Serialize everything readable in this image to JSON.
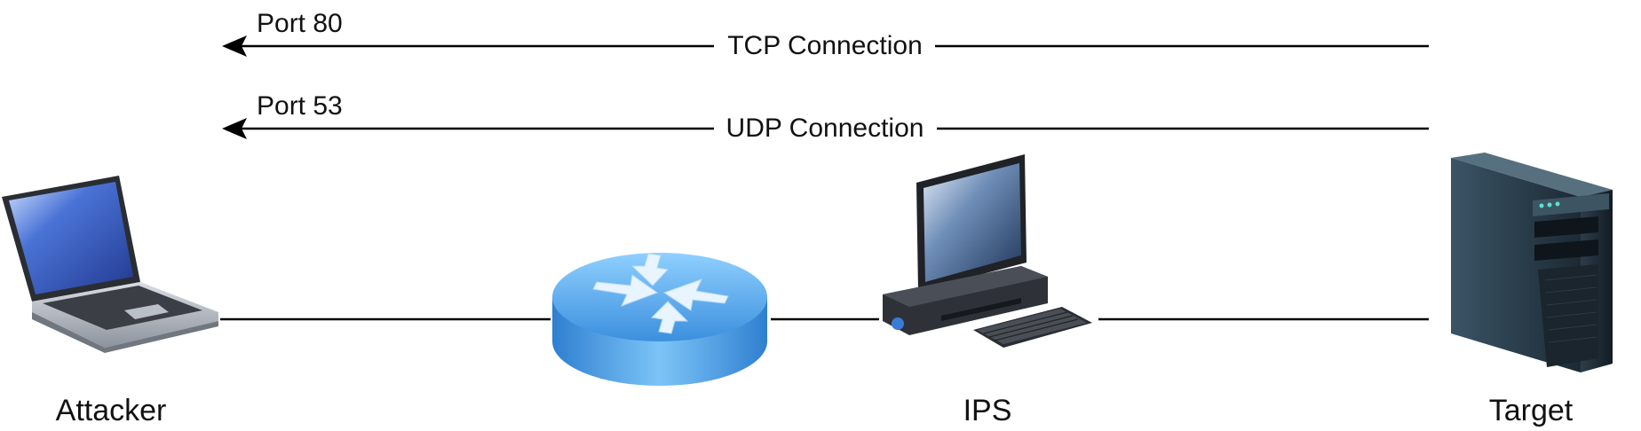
{
  "connections": [
    {
      "port_label": "Port 80",
      "connection_label": "TCP Connection"
    },
    {
      "port_label": "Port 53",
      "connection_label": "UDP Connection"
    }
  ],
  "nodes": {
    "attacker": {
      "label": "Attacker",
      "icon": "laptop-icon"
    },
    "router": {
      "label": "",
      "icon": "router-icon"
    },
    "ips": {
      "label": "IPS",
      "icon": "desktop-computer-icon"
    },
    "target": {
      "label": "Target",
      "icon": "server-tower-icon"
    }
  },
  "colors": {
    "line": "#000000",
    "text": "#111111",
    "router_blue": "#4fa3e6",
    "laptop_screen": "#3b5fc4",
    "server_dark": "#1f2d38"
  }
}
